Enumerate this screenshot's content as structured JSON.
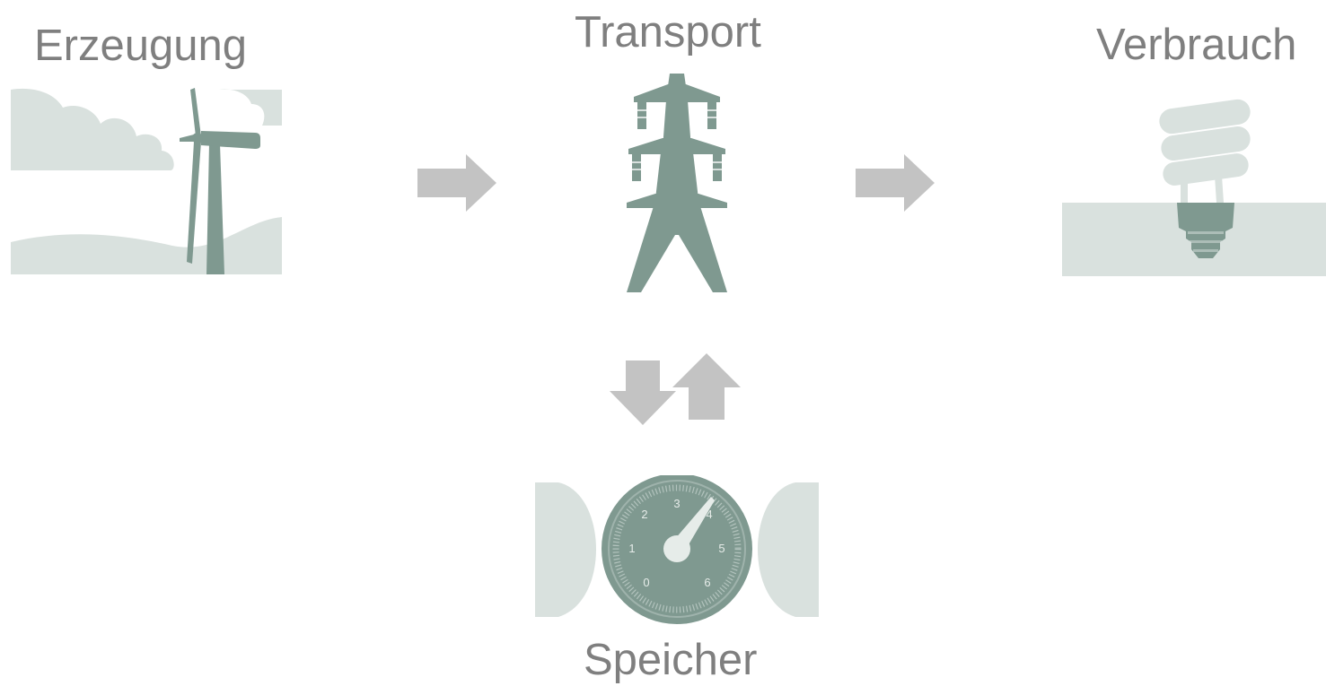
{
  "stages": {
    "generation": {
      "label": "Erzeugung",
      "icon": "wind-turbine-icon"
    },
    "transport": {
      "label": "Transport",
      "icon": "power-pylon-icon"
    },
    "consumption": {
      "label": "Verbrauch",
      "icon": "light-bulb-icon"
    },
    "storage": {
      "label": "Speicher",
      "icon": "storage-gauge-icon"
    }
  },
  "gauge": {
    "scale_labels": [
      "0",
      "1",
      "2",
      "3",
      "4",
      "5",
      "6"
    ]
  },
  "colors": {
    "label": "#7f7f7f",
    "icon_dark": "#7f9990",
    "icon_light": "#d9e1de",
    "arrow": "#c3c3c3"
  }
}
